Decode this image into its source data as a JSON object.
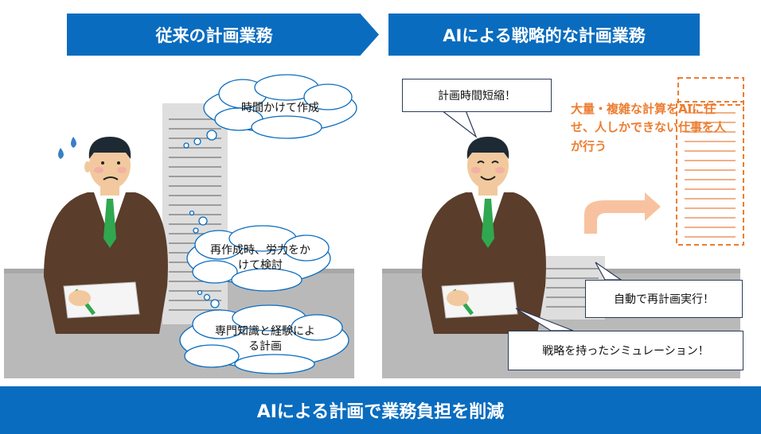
{
  "header_left": "従来の計画業務",
  "header_right": "AIによる戦略的な計画業務",
  "footer": "AIによる計画で業務負担を削減",
  "left_bubbles": [
    "時間かけて作成",
    "再作成時、労力をかけて検討",
    "専門知識と経験による計画"
  ],
  "right": {
    "callout_top": "計画時間短縮！",
    "orange_note": "大量・複雑な計算をAIに任せ、人しかできない仕事を人が行う",
    "callout_rerun": "自動で再計画実行！",
    "callout_sim": "戦略を持ったシミュレーション！"
  },
  "colors": {
    "accent_blue": "#0a6cbf",
    "orange": "#ed7d31",
    "suit": "#5a3d2b",
    "tie": "#2fa84f",
    "desk": "#b9b9b9"
  }
}
